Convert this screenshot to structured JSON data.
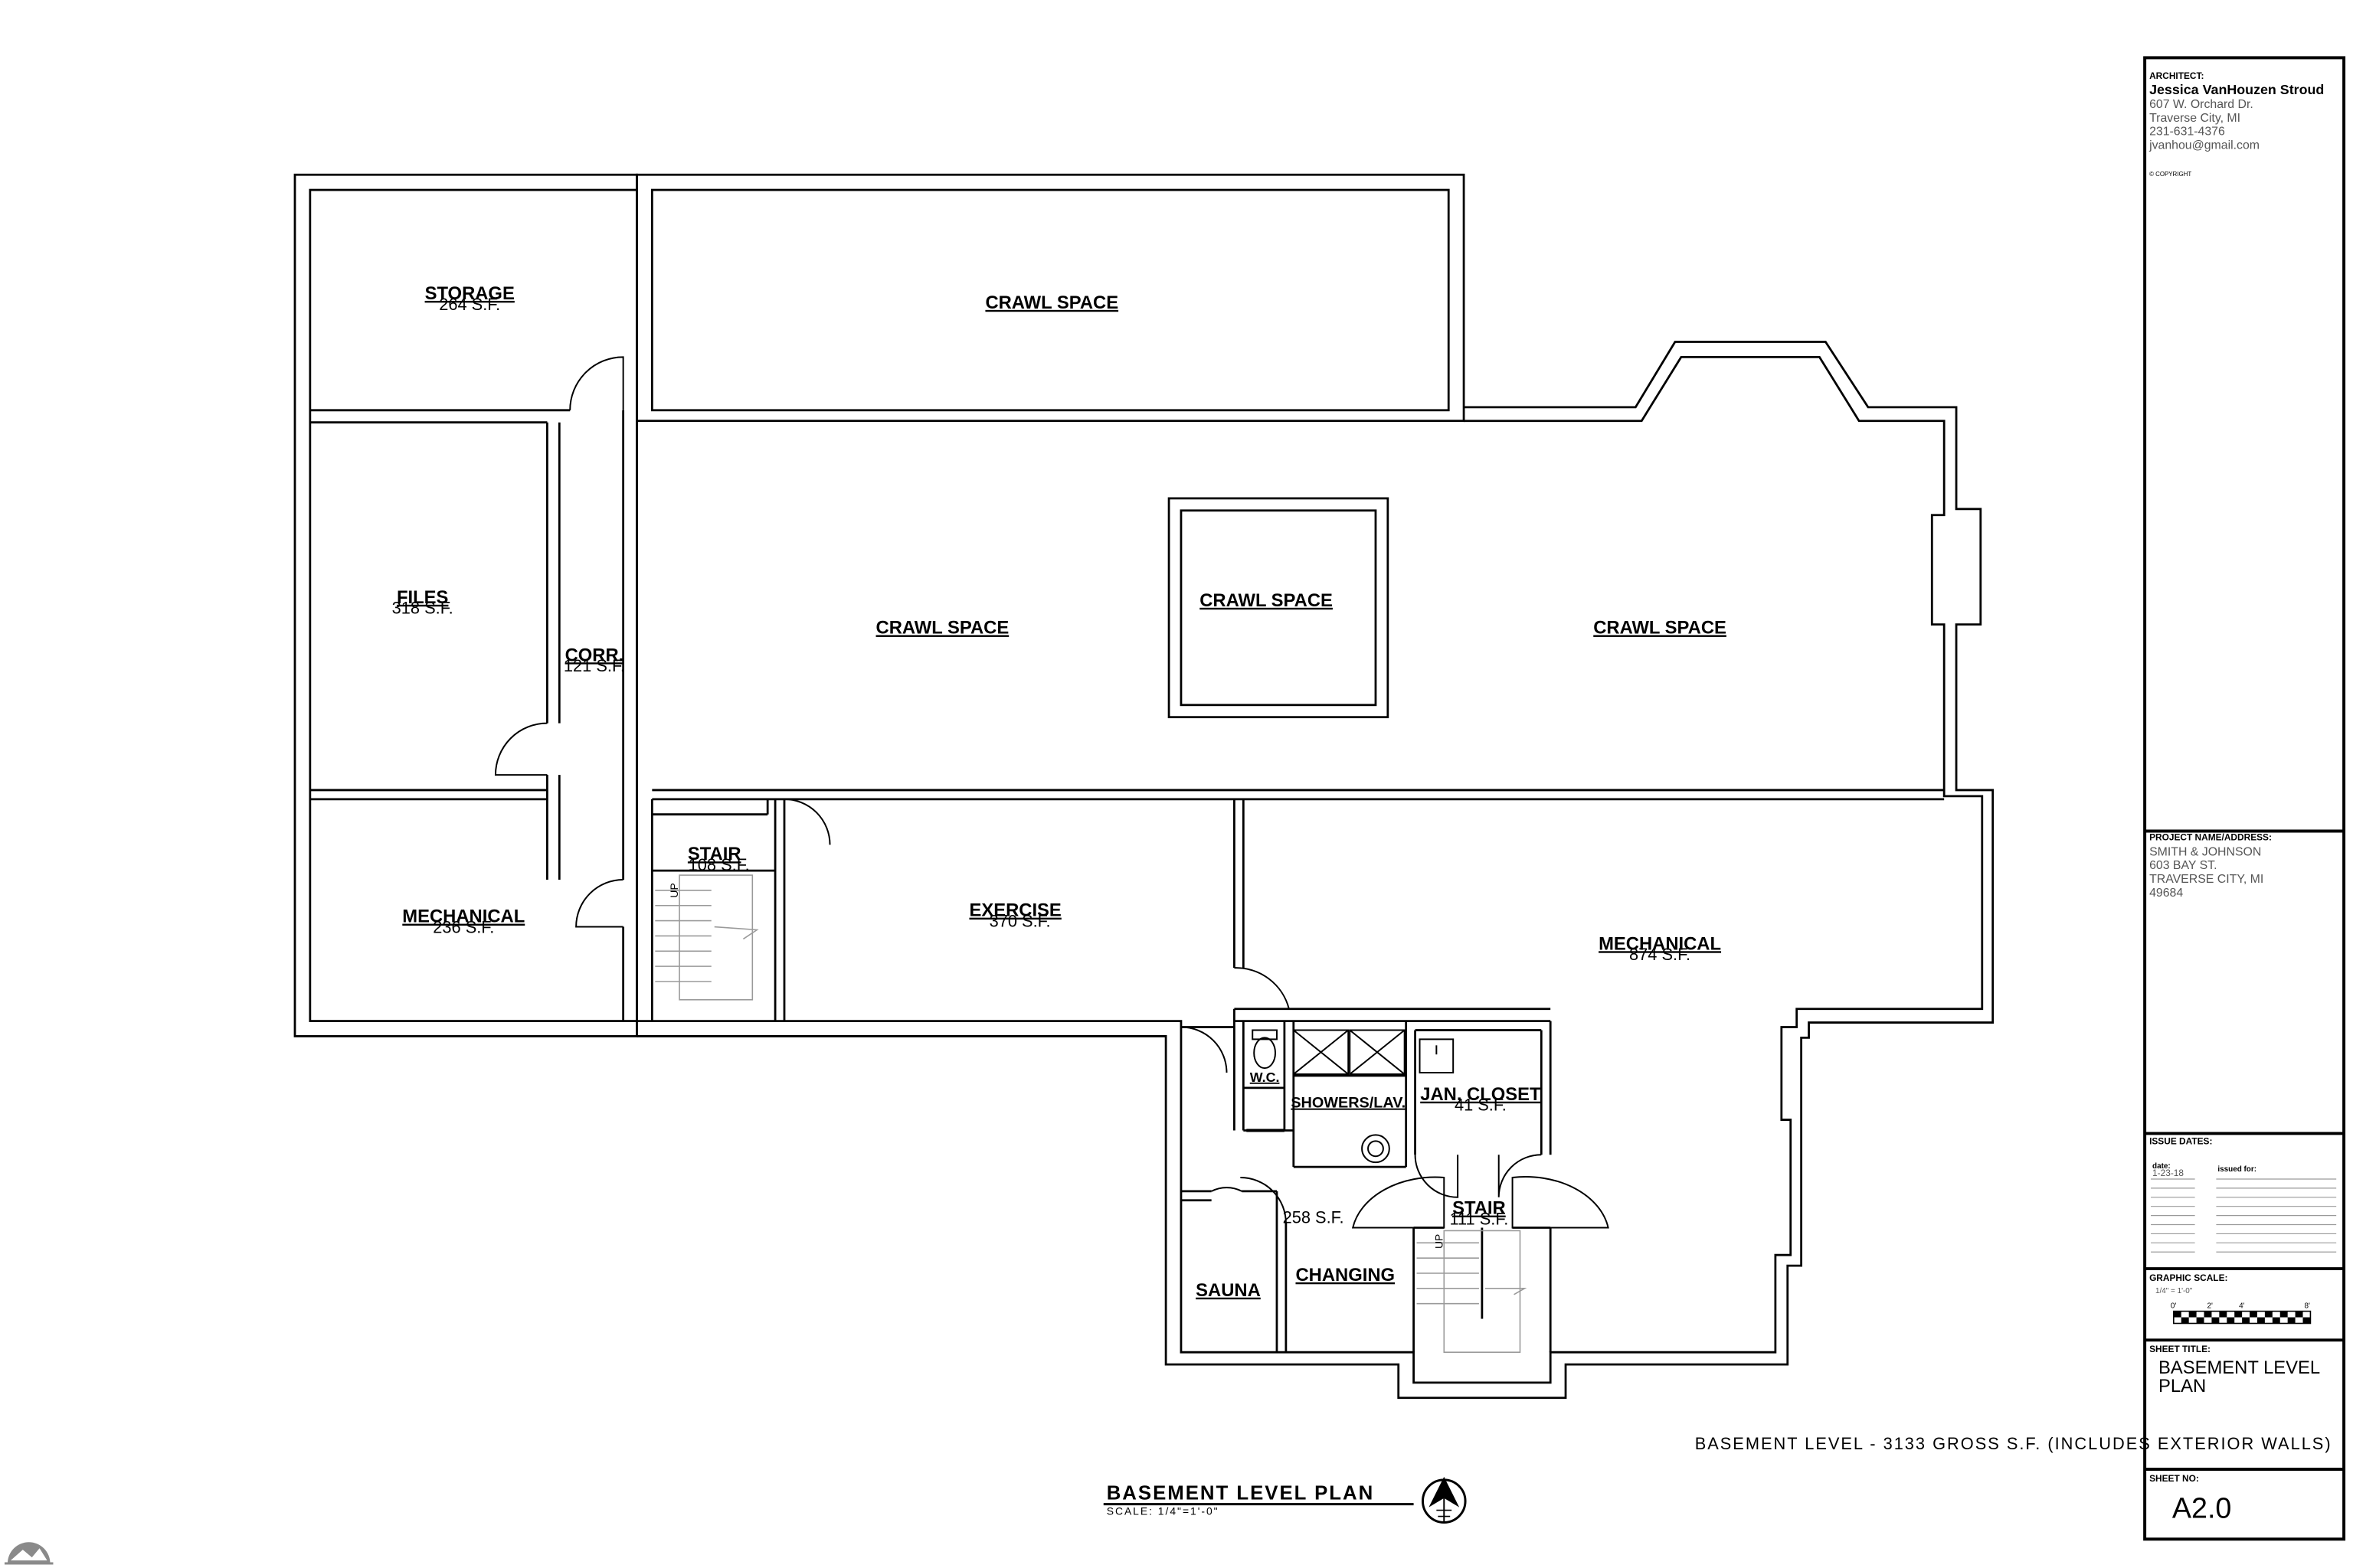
{
  "plan": {
    "title": "BASEMENT LEVEL PLAN",
    "scale": "SCALE: 1/4\"=1'-0\"",
    "gross_note": "BASEMENT LEVEL - 3133 GROSS S.F. (INCLUDES EXTERIOR WALLS)",
    "rooms": {
      "storage": {
        "name": "STORAGE",
        "area": "264 S.F."
      },
      "crawl_top": {
        "name": "CRAWL SPACE"
      },
      "files": {
        "name": "FILES",
        "area": "318 S.F."
      },
      "corr": {
        "name": "CORR.",
        "area": "121 S.F."
      },
      "crawl_left": {
        "name": "CRAWL SPACE"
      },
      "crawl_center": {
        "name": "CRAWL SPACE"
      },
      "crawl_right": {
        "name": "CRAWL SPACE"
      },
      "mech_left": {
        "name": "MECHANICAL",
        "area": "236 S.F."
      },
      "stair_left": {
        "name": "STAIR",
        "area": "108 S.F."
      },
      "exercise": {
        "name": "EXERCISE",
        "area": "370 S.F."
      },
      "mech_right": {
        "name": "MECHANICAL",
        "area": "874 S.F."
      },
      "wc": {
        "name": "W.C."
      },
      "showers": {
        "name": "SHOWERS/LAV."
      },
      "jan_closet": {
        "name": "JAN. CLOSET",
        "area": "41 S.F."
      },
      "stair_right": {
        "name": "STAIR",
        "area": "111 S.F."
      },
      "changing_area": {
        "area": "258 S.F."
      },
      "changing": {
        "name": "CHANGING"
      },
      "sauna": {
        "name": "SAUNA"
      },
      "up_left": {
        "name": "UP"
      },
      "up_right": {
        "name": "UP"
      }
    }
  },
  "title_block": {
    "architect": {
      "label": "ARCHITECT:",
      "name": "Jessica VanHouzen Stroud",
      "address1": "607 W. Orchard Dr.",
      "address2": "Traverse City, MI",
      "phone": "231-631-4376",
      "email": "jvanhou@gmail.com",
      "copyright": "© COPYRIGHT"
    },
    "project": {
      "label": "PROJECT NAME/ADDRESS:",
      "line1": "SMITH & JOHNSON",
      "line2": "603 BAY ST.",
      "line3": "TRAVERSE CITY, MI",
      "line4": "49684"
    },
    "issue": {
      "label": "ISSUE DATES:",
      "date_header": "date:",
      "date_value": "1-23-18",
      "issued_for_header": "issued for:"
    },
    "graphic_scale": {
      "label": "GRAPHIC SCALE:",
      "scale_text": "1/4\" = 1'-0\"",
      "ticks": [
        "0'",
        "2'",
        "4'",
        "8'"
      ]
    },
    "sheet_title": {
      "label": "SHEET TITLE:",
      "line1": "BASEMENT LEVEL",
      "line2": "PLAN"
    },
    "sheet_no": {
      "label": "SHEET NO:",
      "value": "A2.0"
    }
  },
  "colors": {
    "line": "#000000",
    "grey": "#555555",
    "light": "#9a9a9a",
    "logo": "#8a8a8a"
  },
  "icons": {
    "north_arrow": "north-arrow-icon",
    "logo": "watermark-logo-icon"
  }
}
